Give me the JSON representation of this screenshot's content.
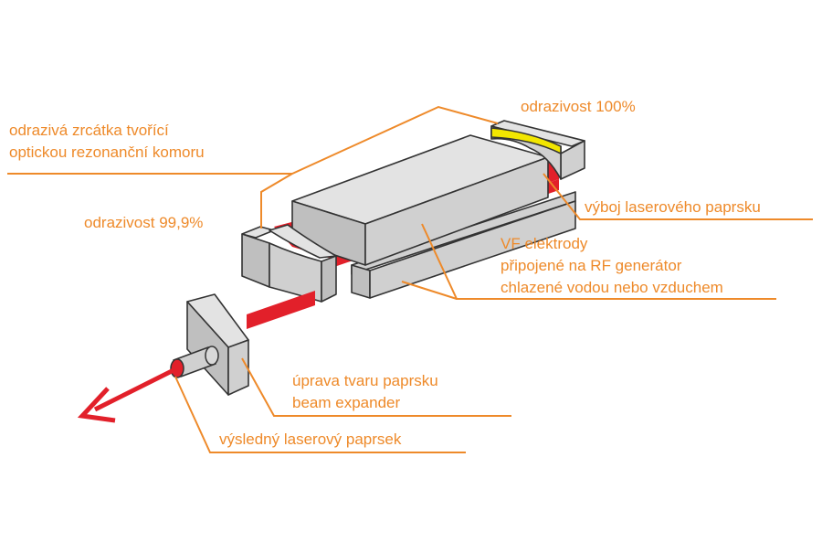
{
  "labels": {
    "mirrors_line1": "odrazivá zrcátka tvořící",
    "mirrors_line2": "optickou rezonanční komoru",
    "reflectivity_full": "odrazivost 100%",
    "reflectivity_partial": "odrazivost 99,9%",
    "discharge": "výboj laserového paprsku",
    "electrodes_line1": "VF elektrody",
    "electrodes_line2": "připojené na RF generátor",
    "electrodes_line3": "chlazené vodou nebo vzduchem",
    "shaping_line1": "úprava tvaru paprsku",
    "shaping_line2": "beam expander",
    "output_beam": "výsledný laserový paprsek"
  },
  "colors": {
    "label_text": "#ee8a2a",
    "leader_line": "#ee8a2a",
    "beam": "#e2202a",
    "mirror_coating": "#f2e600",
    "block_top": "#e3e3e3",
    "block_front": "#d0d0d0",
    "block_side": "#bfbfbf",
    "outline": "#333333"
  }
}
